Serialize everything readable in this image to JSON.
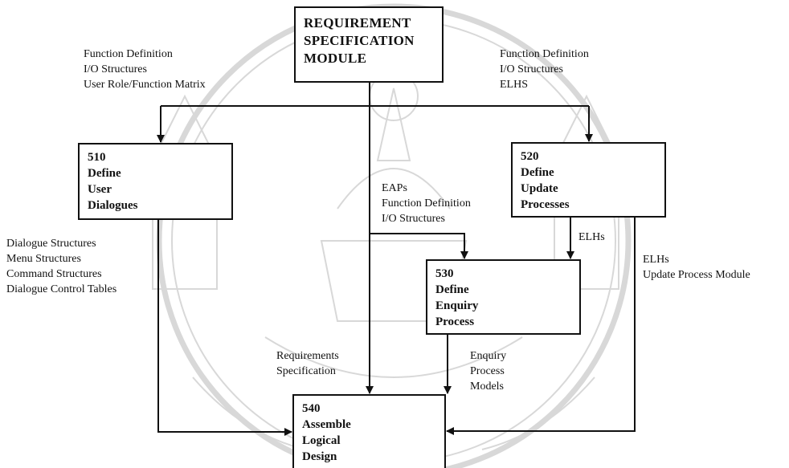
{
  "boxes": {
    "requirement": [
      "REQUIREMENT",
      "SPECIFICATION",
      "MODULE"
    ],
    "b510": [
      "510",
      "Define",
      "User",
      "Dialogues"
    ],
    "b520": [
      "520",
      "Define",
      "Update",
      "Processes"
    ],
    "b530": [
      "530",
      "Define",
      "Enquiry",
      "Process"
    ],
    "b540": [
      "540",
      "Assemble",
      "Logical",
      "Design"
    ]
  },
  "labels": {
    "top_left": [
      "Function Definition",
      "I/O Structures",
      "User Role/Function Matrix"
    ],
    "top_right": [
      "Function Definition",
      "I/O Structures",
      "ELHS"
    ],
    "center": [
      "EAPs",
      "Function Definition",
      "I/O Structures"
    ],
    "dialogue": [
      "Dialogue Structures",
      "Menu Structures",
      "Command Structures",
      "Dialogue Control Tables"
    ],
    "elhs_mid": [
      "ELHs"
    ],
    "right": [
      "ELHs",
      "Update Process Module"
    ],
    "req_spec": [
      "Requirements",
      "Specification"
    ],
    "enquiry": [
      "Enquiry",
      "Process",
      "Models"
    ]
  },
  "colors": {
    "line": "#111111",
    "watermark": "#d6d6d6"
  },
  "watermark_icon": "university-seal-icon"
}
